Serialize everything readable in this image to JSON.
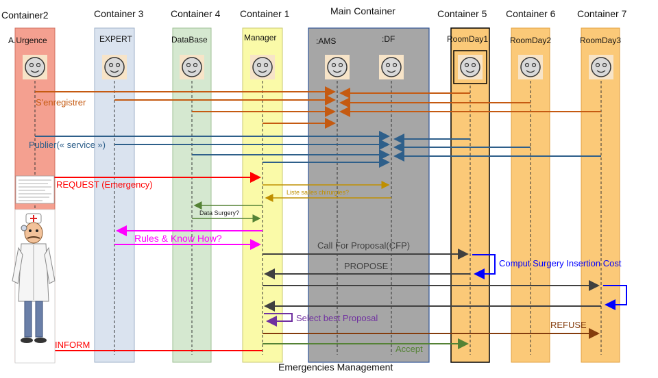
{
  "containers": {
    "c2": "Container2",
    "c3": "Container 3",
    "c4": "Container 4",
    "c1": "Container 1",
    "main": "Main Container",
    "c5": "Container 5",
    "c6": "Container 6",
    "c7": "Container 7"
  },
  "agents": {
    "urgence": "A.Urgence",
    "expert": "EXPERT",
    "database": "DataBase",
    "manager": "Manager",
    "ams": ":AMS",
    "df": ":DF",
    "room1": "RoomDay1",
    "room2": "RoomDay2",
    "room3": "RoomDay3"
  },
  "messages": {
    "register": "S'enregistrer",
    "publish": "Publier(« service »)",
    "request": "REQUEST (Emergency)",
    "liste": "Liste salles chirurgies?",
    "data_surgery": "Data Surgery?",
    "rules": "Rules & Know How?",
    "cfp": "Call For Proposal(CFP)",
    "propose": "PROPOSE",
    "comput": "Comput Surgery Insertion Cost",
    "select": "Select best Proposal",
    "refuse": "REFUSE",
    "accept": "Accept",
    "inform": "INFORM"
  },
  "footer": {
    "title": "Emergencies Management"
  },
  "colors": {
    "register": "#c55a11",
    "publish": "#2e5f8a",
    "request": "#ff0000",
    "liste": "#bf8f00",
    "data_surgery": "#548235",
    "rules": "#ff00ff",
    "cfp": "#404040",
    "comput": "#0000ff",
    "select": "#7030a0",
    "refuse": "#843c0c",
    "accept": "#548235",
    "inform": "#ff0000"
  }
}
